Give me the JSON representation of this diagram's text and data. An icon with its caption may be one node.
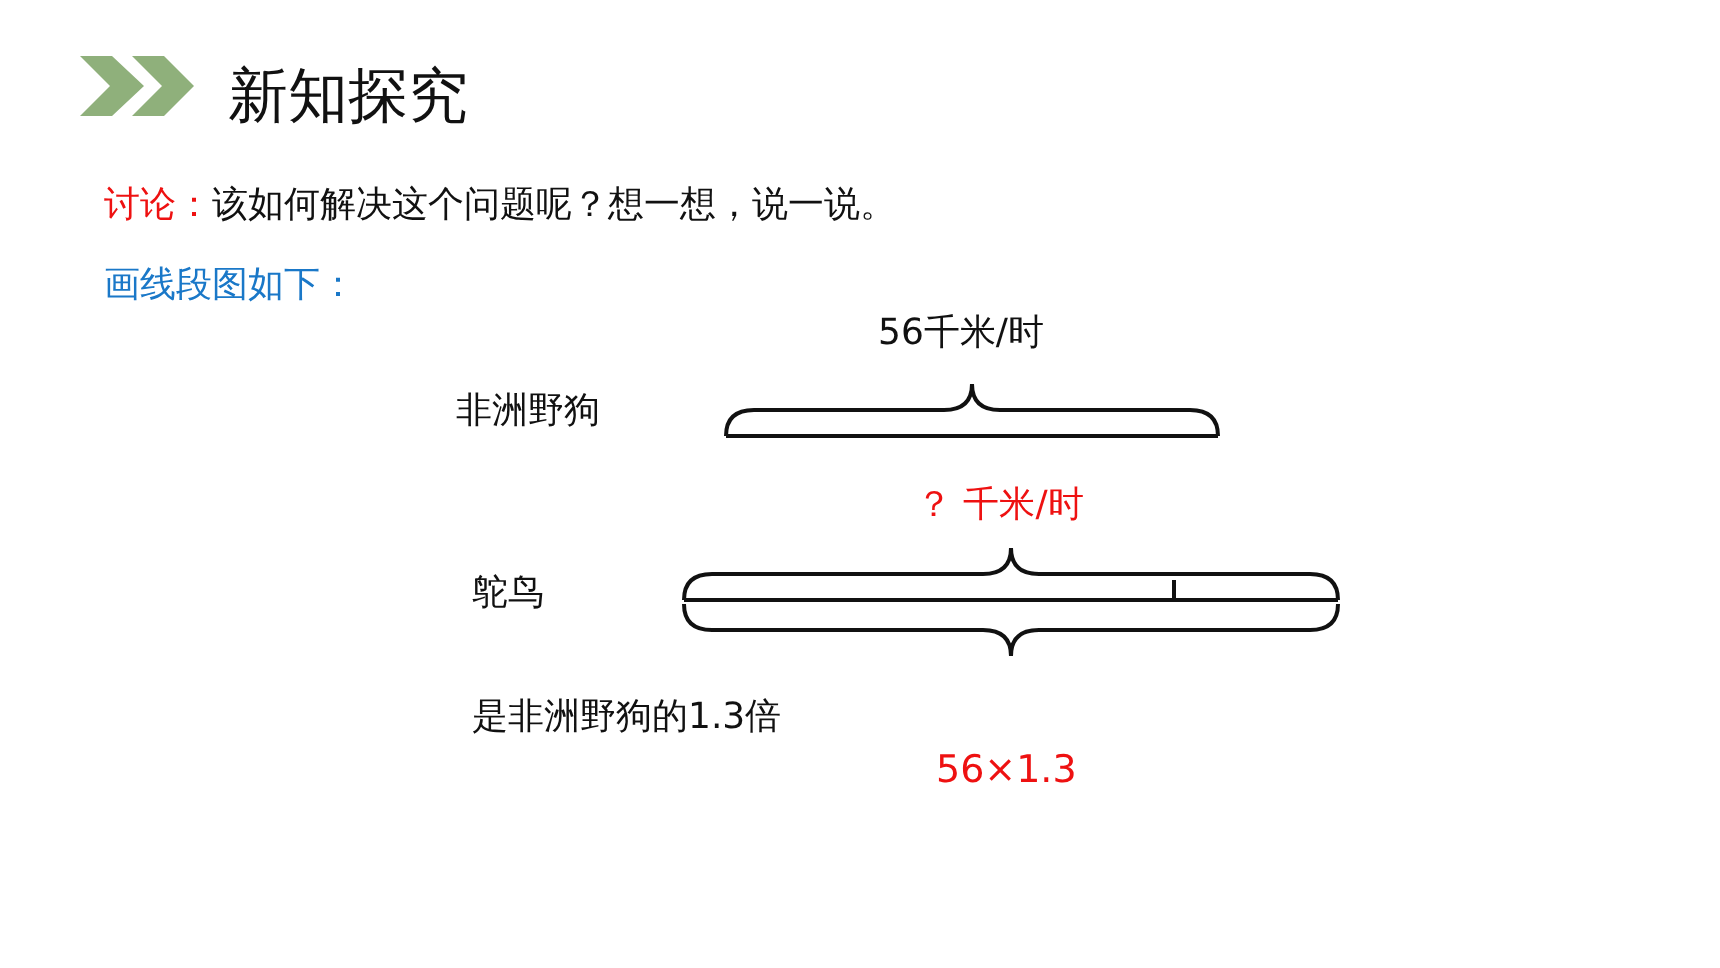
{
  "diagram": {
    "title": "新知探究",
    "labels": [
      "讨论：",
      "该如何解决这个问题呢？想一想，说一说。",
      "画线段图如下：",
      "56千米/时",
      "非洲野狗",
      "？ 千米/时",
      "鸵鸟",
      "是非洲野狗的1.3倍",
      "56×1.3"
    ]
  }
}
